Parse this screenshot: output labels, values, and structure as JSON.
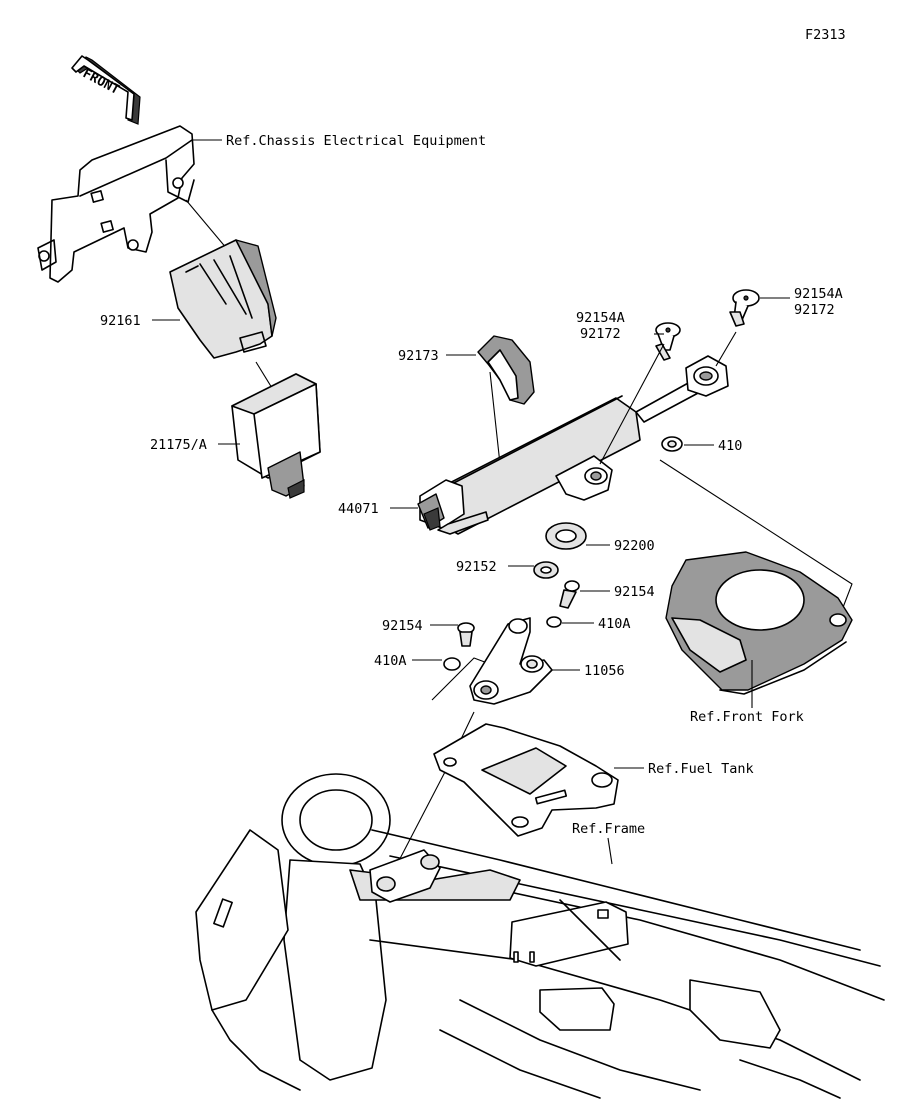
{
  "figure_code": "F2313",
  "front_label": "FRONT",
  "callouts": {
    "ref_chassis_electrical": "Ref.Chassis Electrical Equipment",
    "p92161": "92161",
    "p21175A": "21175/A",
    "p92173": "92173",
    "p44071": "44071",
    "p92154A_top": "92154A",
    "p92172_top": "92172",
    "p92154A_right": "92154A",
    "p92172_right": "92172",
    "p410": "410",
    "p92200": "92200",
    "p92152": "92152",
    "p92154_right": "92154",
    "p92154_left": "92154",
    "p410A_right": "410A",
    "p410A_left": "410A",
    "p11056": "11056",
    "ref_front_fork": "Ref.Front Fork",
    "ref_fuel_tank": "Ref.Fuel Tank",
    "ref_frame": "Ref.Frame"
  }
}
